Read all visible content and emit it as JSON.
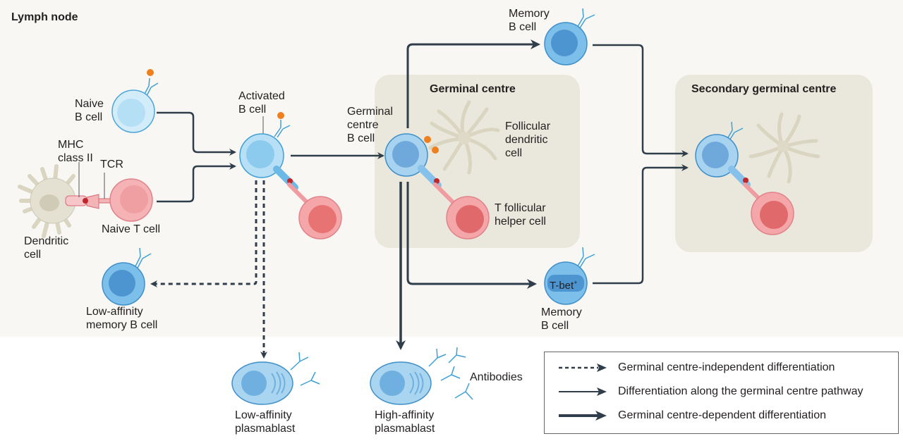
{
  "title": "Lymph node",
  "regions": {
    "germinal_centre": "Germinal centre",
    "secondary_germinal_centre": "Secondary germinal centre"
  },
  "labels": {
    "naive_b_cell": [
      "Naive",
      "B cell"
    ],
    "mhc_class_ii": [
      "MHC",
      "class II"
    ],
    "tcr": "TCR",
    "naive_t_cell": "Naive T cell",
    "dendritic_cell": [
      "Dendritic",
      "cell"
    ],
    "activated_b_cell": [
      "Activated",
      "B cell"
    ],
    "germinal_centre_b_cell": [
      "Germinal",
      "centre",
      "B cell"
    ],
    "follicular_dendritic_cell": [
      "Follicular",
      "dendritic",
      "cell"
    ],
    "t_follicular_helper_cell": [
      "T follicular",
      "helper cell"
    ],
    "memory_b_cell_top": [
      "Memory",
      "B cell"
    ],
    "memory_b_cell_bottom": [
      "Memory",
      "B cell"
    ],
    "tbet_marker": "T-bet",
    "tbet_sup": "+",
    "low_affinity_memory_b_cell": [
      "Low-affinity",
      "memory B cell"
    ],
    "low_affinity_plasmablast": [
      "Low-affinity",
      "plasmablast"
    ],
    "high_affinity_plasmablast": [
      "High-affinity",
      "plasmablast"
    ],
    "antibodies": "Antibodies"
  },
  "legend": [
    {
      "style": "dashed",
      "label": "Germinal centre-independent differentiation"
    },
    {
      "style": "thin",
      "label": "Differentiation along the germinal centre pathway"
    },
    {
      "style": "thick",
      "label": "Germinal centre-dependent differentiation"
    }
  ],
  "colors": {
    "lymph_bg": "#f8f7f4",
    "region_bg": "#eae8dc",
    "arrow": "#2f3e4a",
    "b_naive": "#c9e8f8",
    "b_active": "#8ccbee",
    "b_memory": "#5aa7de",
    "t_cell": "#ee9a9c",
    "antigen": "#f07f1d",
    "dendritic": "#e4e1d2"
  }
}
